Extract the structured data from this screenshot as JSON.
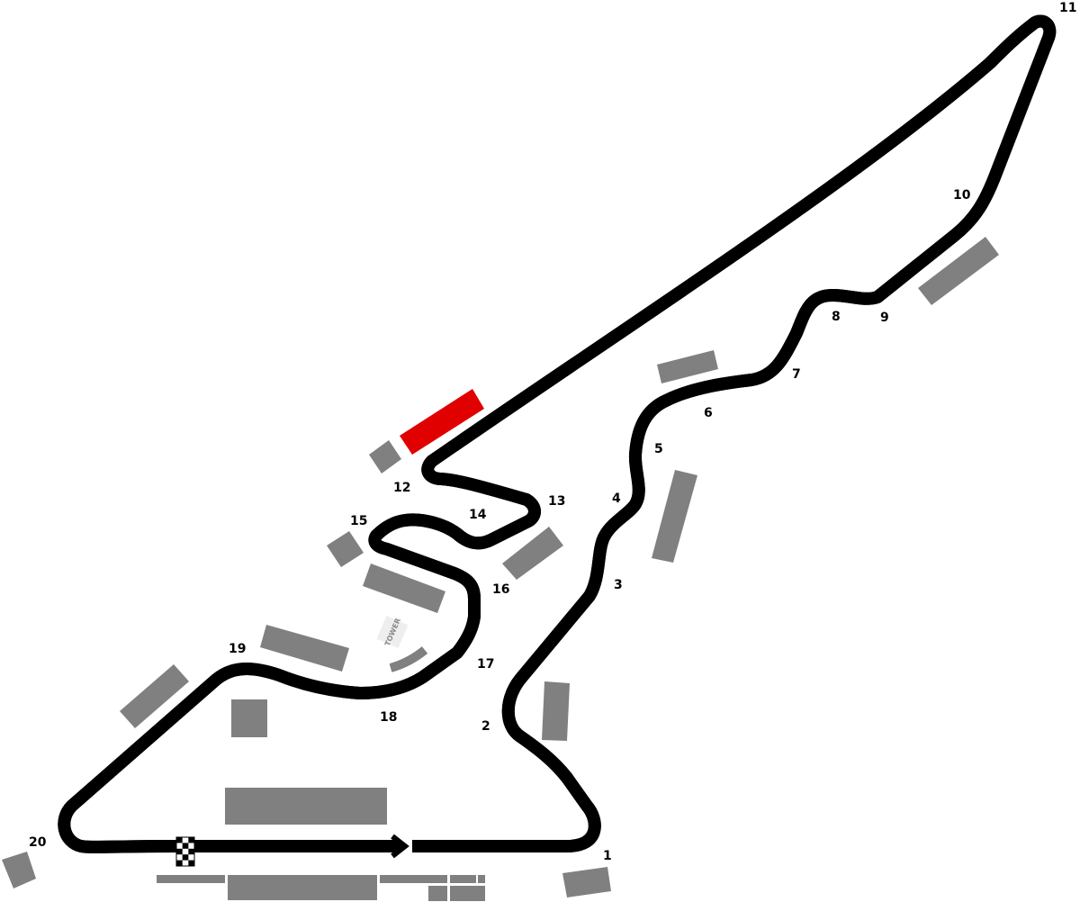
{
  "colors": {
    "track": "#000000",
    "track_center": "#ffffff",
    "stand": "#808080",
    "highlight_stand": "#e00000",
    "tower": "#eeeeee"
  },
  "tower_label": "TOWER",
  "turns": [
    "1",
    "2",
    "3",
    "4",
    "5",
    "6",
    "7",
    "8",
    "9",
    "10",
    "11",
    "12",
    "13",
    "14",
    "15",
    "16",
    "17",
    "18",
    "19",
    "20"
  ],
  "icons": {
    "start_finish": "checkered-flag-icon",
    "direction": "direction-arrow-icon"
  }
}
